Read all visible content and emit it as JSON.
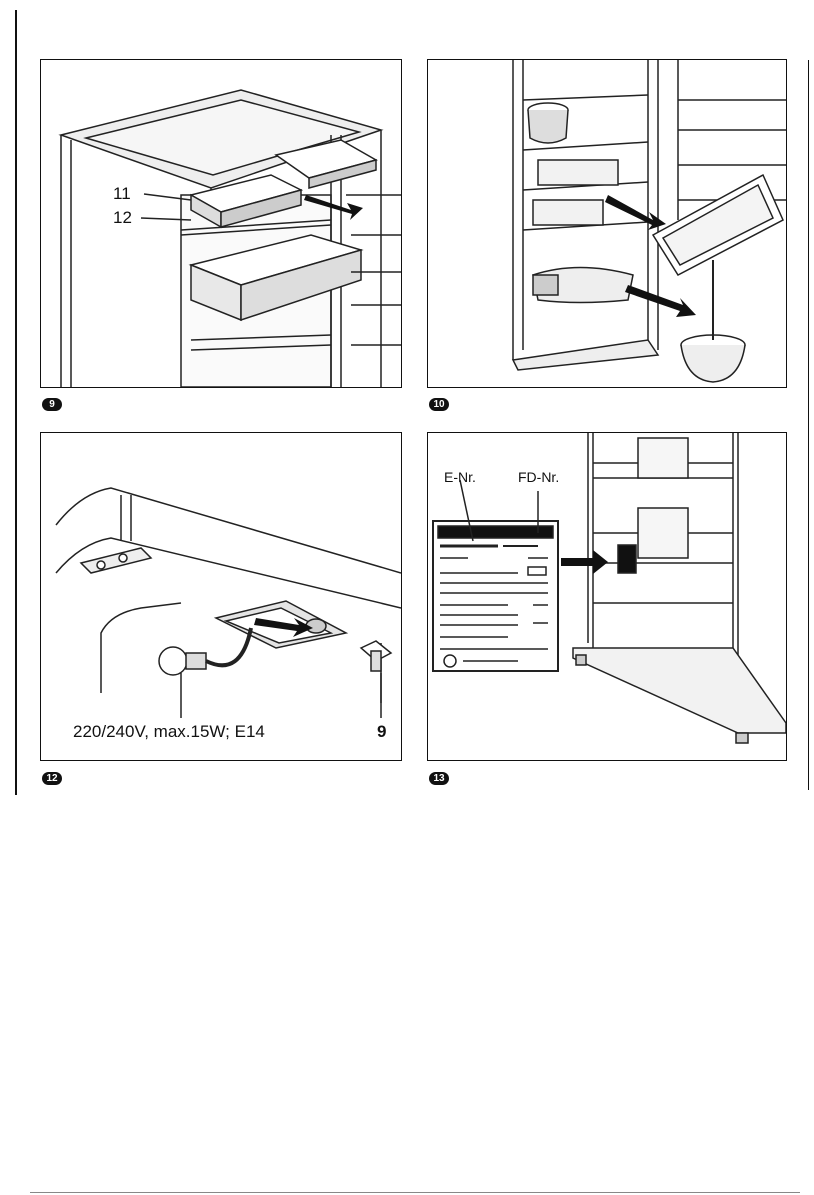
{
  "figures": [
    {
      "number": "9",
      "callouts": [
        "11",
        "12"
      ]
    },
    {
      "number": "10"
    },
    {
      "number": "12",
      "spec": "220/240V, max.15W; E14",
      "callout": "9"
    },
    {
      "number": "13",
      "labels": [
        "E-Nr.",
        "FD-Nr."
      ]
    }
  ]
}
